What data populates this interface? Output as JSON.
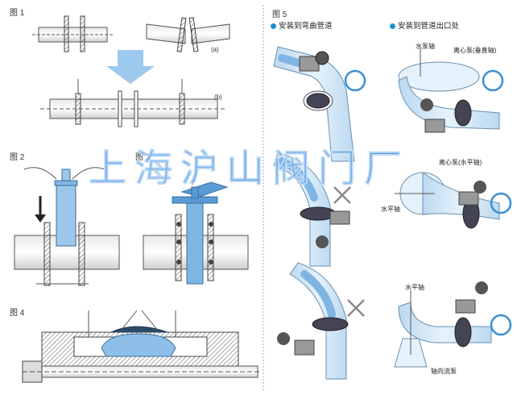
{
  "figures": {
    "fig1": {
      "title": "图 1",
      "tag_a": "(a)",
      "tag_b": "(b)"
    },
    "fig2": {
      "title": "图 2"
    },
    "fig3": {
      "title": "图 3"
    },
    "fig4": {
      "title": "图 4"
    },
    "fig5": {
      "title": "图 5",
      "heading_left": "安装到弯曲管道",
      "heading_right": "安装到管道出口处",
      "labels": {
        "pump_shaft": "水泵轴",
        "centrifugal_vertical": "离心泵(垂直轴)",
        "centrifugal_horizontal": "离心泵(水平轴)",
        "horizontal_shaft_1": "水平轴",
        "horizontal_shaft_2": "水平轴",
        "axial_pump": "轴向流泵"
      }
    }
  },
  "watermark": "上海沪山阀门厂",
  "colors": {
    "pipe_fill": "#dcecf8",
    "valve_blue": "#5b9bd5",
    "arrow_blue": "#8ec3ea",
    "accent": "#1f8ed8",
    "ok_circle": "#3a8fd0",
    "no_cross": "#8a8a8a"
  }
}
